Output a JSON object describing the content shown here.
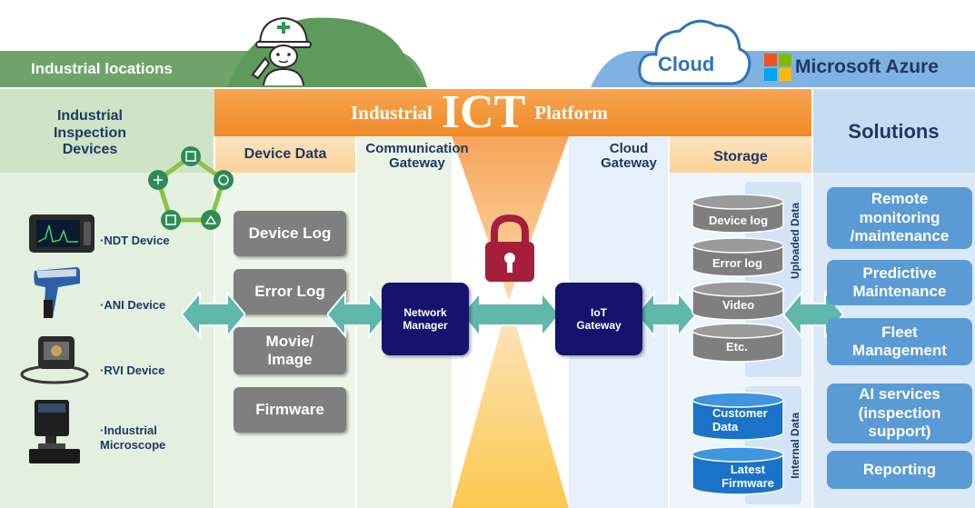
{
  "header": {
    "industrial_locations": "Industrial locations",
    "cloud": "Cloud",
    "azure": "Microsoft Azure"
  },
  "platform": {
    "prefix": "Industrial",
    "ict": "ICT",
    "suffix": "Platform"
  },
  "columns": {
    "devices": "Industrial Inspection Devices",
    "device_data": "Device Data",
    "comm_gateway": "Communication Gateway",
    "cloud_gateway": "Cloud Gateway",
    "storage": "Storage",
    "solutions": "Solutions"
  },
  "devices": [
    "·NDT Device",
    "·ANI Device",
    "·RVI Device",
    "·Industrial Microscope"
  ],
  "device_data": [
    "Device Log",
    "Error Log",
    "Movie/ Image",
    "Firmware"
  ],
  "network_manager": "Network Manager",
  "iot_gateway": "IoT Gateway",
  "storage": {
    "uploaded_label": "Uploaded Data",
    "internal_label": "Internal Data",
    "uploaded": [
      "Device log",
      "Error log",
      "Video",
      "Etc."
    ],
    "internal": [
      "Customer Data",
      "Latest Firmware"
    ]
  },
  "solutions": [
    "Remote monitoring /maintenance",
    "Predictive Maintenance",
    "Fleet Management",
    "AI services (inspection support)",
    "Reporting"
  ],
  "colors": {
    "green_band": "#6fa36a",
    "blue_band": "#7fb2e2",
    "orange": "#f39a3a",
    "gray_box": "#7f7f7f",
    "navy_box": "#15136b",
    "solution_box": "#5b9bd5",
    "lock": "#a51e3c",
    "arrow": "#5fb8aa"
  }
}
